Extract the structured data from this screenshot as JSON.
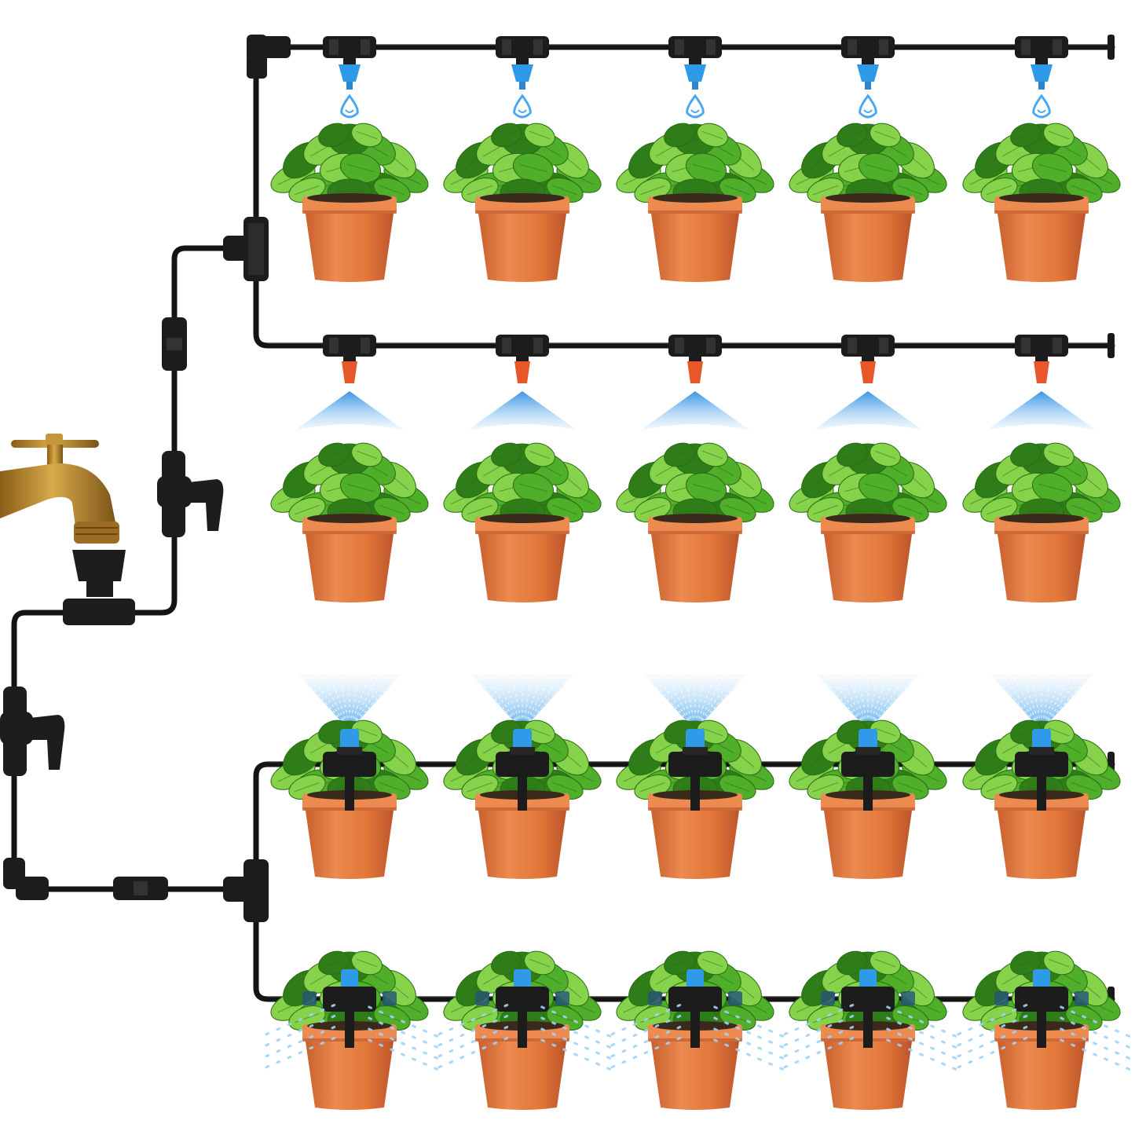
{
  "image": {
    "description_free": true
  },
  "colors": {
    "tube": "#141414",
    "fitting": "#1c1c1c",
    "brass": "#b8862b",
    "brass_dark": "#7a5416",
    "pot": "#e0753a",
    "pot_dark": "#b9532a",
    "pot_rim": "#ec8a4f",
    "soil": "#3a2a1c",
    "leaf": "#4fae2a",
    "leaf_light": "#86d24a",
    "leaf_dark": "#2f7d18",
    "drip_cap": "#2f9be8",
    "mist_nozzle": "#e8572a",
    "water": "#4aa8ef",
    "spray": "#9fd3f7"
  },
  "rows": [
    {
      "id": "row-drippers",
      "emitter": "blue-dripper",
      "plants": 5
    },
    {
      "id": "row-misters",
      "emitter": "red-mist-nozzle",
      "plants": 5
    },
    {
      "id": "row-sprinklers",
      "emitter": "blue-sprinkler-stake",
      "plants": 5
    },
    {
      "id": "row-bubblers",
      "emitter": "blue-360-bubbler-stake",
      "plants": 5
    }
  ],
  "icons": [
    "faucet-icon",
    "shutoff-valve-icon",
    "tee-connector-icon",
    "elbow-connector-icon",
    "coupling-icon",
    "end-plug-icon",
    "water-drop-icon"
  ]
}
